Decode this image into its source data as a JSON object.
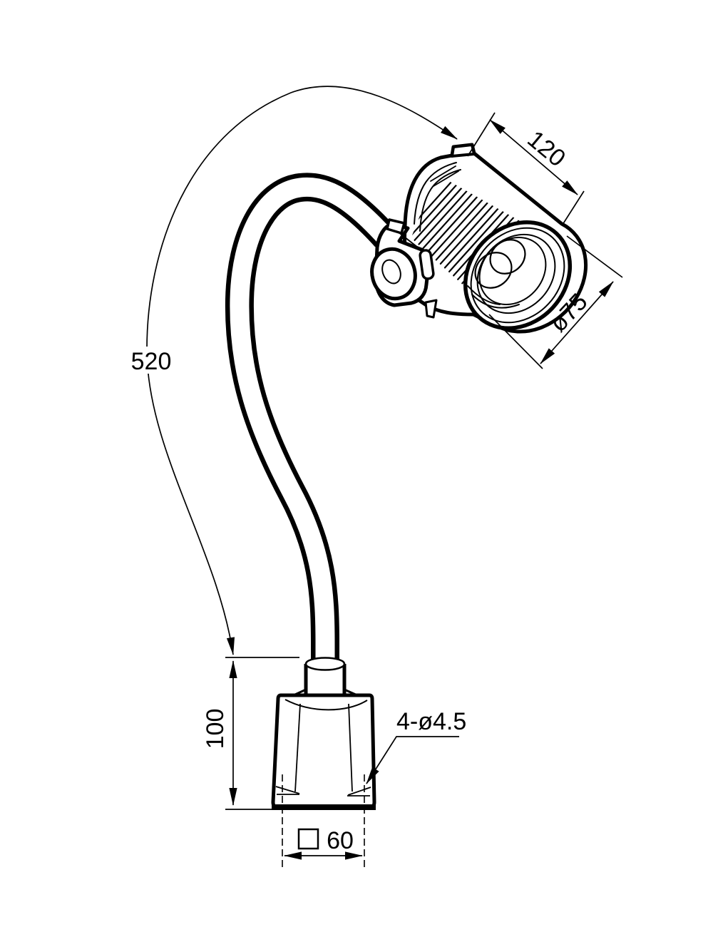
{
  "drawing": {
    "background_color": "#ffffff",
    "line_color": "#000000",
    "labels": {
      "arm_length": "520",
      "head_length": "120",
      "head_diameter": "ø75",
      "base_height": "100",
      "mounting_holes": "4-ø4.5",
      "base_width": "60"
    }
  }
}
